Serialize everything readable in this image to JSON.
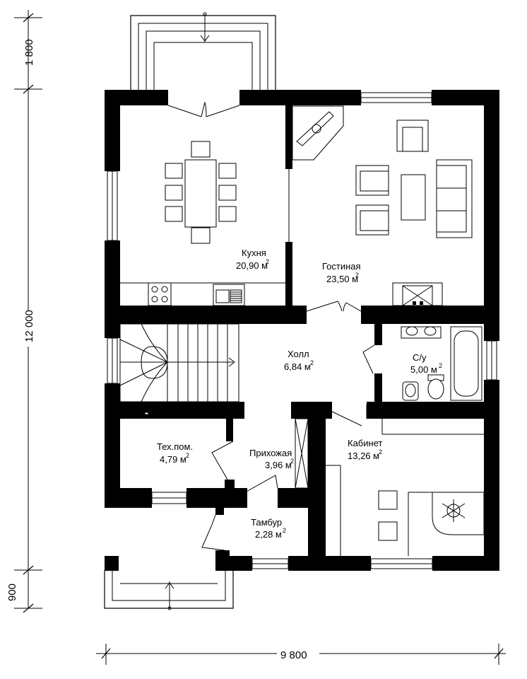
{
  "dimensions": {
    "total_width": "9 800",
    "total_height": "12 000",
    "top_porch": "1 800",
    "bottom_porch": "900"
  },
  "rooms": {
    "kitchen": {
      "name": "Кухня",
      "area": "20,90 м",
      "sup": "2"
    },
    "living": {
      "name": "Гостиная",
      "area": "23,50 м",
      "sup": "2"
    },
    "hall": {
      "name": "Холл",
      "area": "6,84 м",
      "sup": "2"
    },
    "bathroom": {
      "name": "С/у",
      "area": "5,00 м",
      "sup": "2"
    },
    "tech": {
      "name": "Тех.пом.",
      "area": "4,79 м",
      "sup": "2"
    },
    "entry": {
      "name": "Прихожая",
      "area": "3,96 м",
      "sup": "2"
    },
    "office": {
      "name": "Кабинет",
      "area": "13,26 м",
      "sup": "2"
    },
    "vestibule": {
      "name": "Тамбур",
      "area": "2,28 м",
      "sup": "2"
    }
  }
}
